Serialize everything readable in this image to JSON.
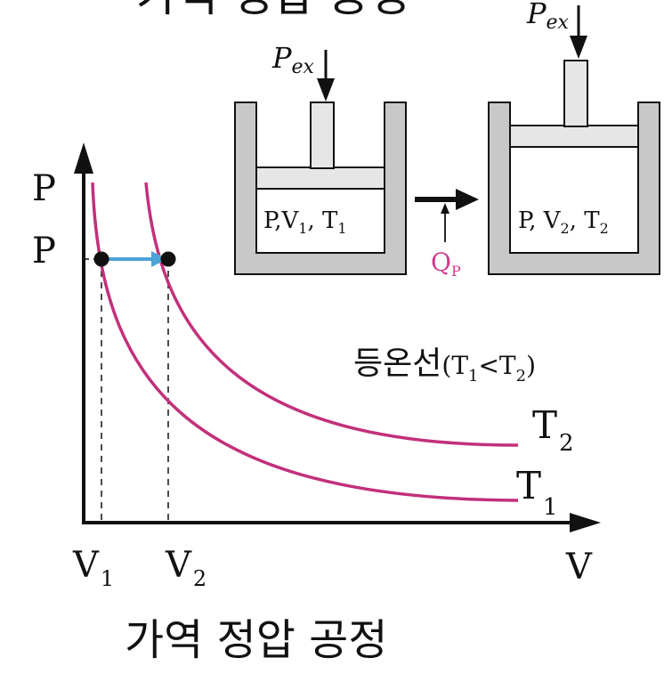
{
  "header_partial": "가역 정압 공정",
  "caption": "가역 정압 공정",
  "axes": {
    "y_label": "P",
    "x_label": "V",
    "p_tick": "P",
    "v1_main": "V",
    "v1_sub": "1",
    "v2_main": "V",
    "v2_sub": "2"
  },
  "isotherm": {
    "label": "등온선",
    "note_open": "(",
    "t1_main": "T",
    "t1_sub": "1",
    "lt": "<",
    "t2_main": "T",
    "t2_sub": "2",
    "note_close": ")",
    "curve_t1_main": "T",
    "curve_t1_sub": "1",
    "curve_t2_main": "T",
    "curve_t2_sub": "2"
  },
  "piston_initial": {
    "pex_main": "P",
    "pex_sub": "ex",
    "state_p": "P,",
    "state_v_main": "V",
    "state_v_sub": "1",
    "state_sep": ", ",
    "state_t_main": "T",
    "state_t_sub": "1"
  },
  "piston_final": {
    "pex_main": "P",
    "pex_sub": "ex",
    "state_p": "P, ",
    "state_v_main": "V",
    "state_v_sub": "2",
    "state_sep": ", ",
    "state_t_main": "T",
    "state_t_sub": "2"
  },
  "heat": {
    "main": "Q",
    "sub": "P"
  },
  "colors": {
    "curve": "#c2307a",
    "arrow": "#4da3d6",
    "cylinder_dark": "#c8c8c8",
    "cylinder_light": "#e6e6e6",
    "heat_text": "#d23a8f",
    "ink": "#111111"
  }
}
